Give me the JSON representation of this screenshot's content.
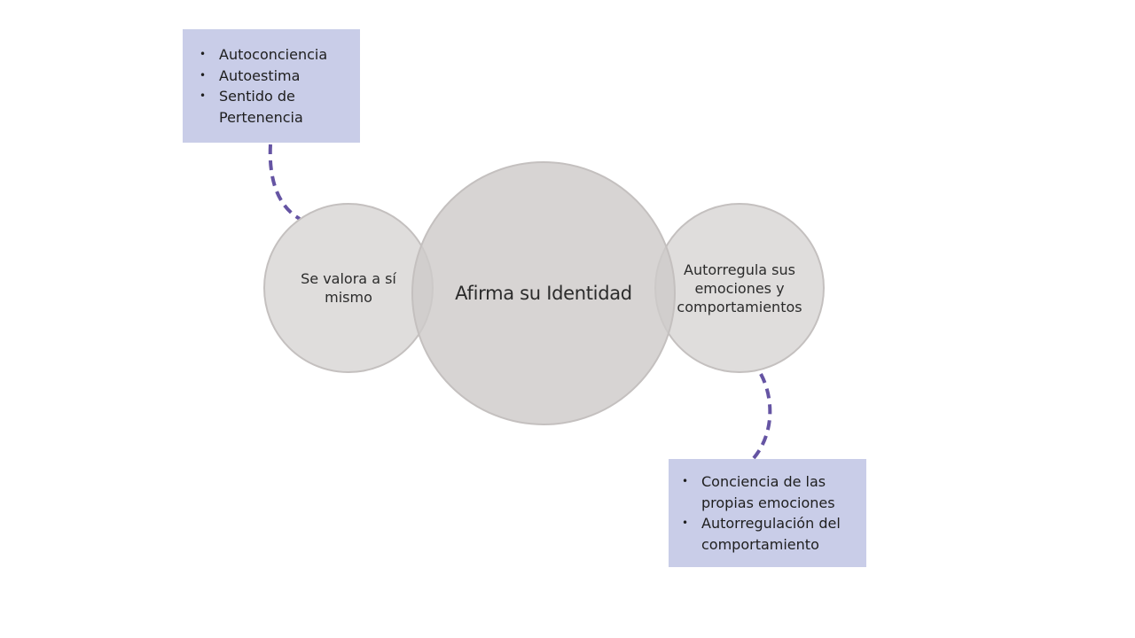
{
  "diagram": {
    "center_label": "Afirma su Identidad",
    "left_label": "Se valora a sí mismo",
    "right_label": "Autorregula sus emociones y comportamientos",
    "top_box_items": [
      "Autoconciencia",
      "Autoestima",
      "Sentido de Pertenencia"
    ],
    "bottom_box_items": [
      "Conciencia de las propias emociones",
      "Autorregulación del comportamiento"
    ]
  },
  "colors": {
    "circle_fill": "#d6d3d2",
    "circle_border": "#c4c0bf",
    "box_fill": "#c9cde8",
    "connector": "#6554a3"
  }
}
